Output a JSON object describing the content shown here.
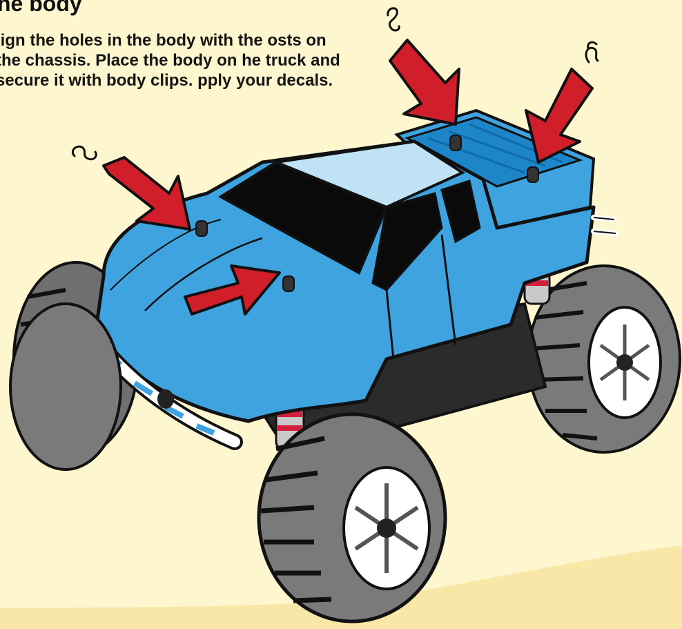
{
  "step": {
    "heading": "he body",
    "instructions": "lign the holes in the body with the osts on the chassis. Place the body on he truck and secure it with body clips. pply your decals."
  },
  "illustration": {
    "subject": "monster truck body installation",
    "body_color": "#3ea3df",
    "window_color": "#bfe3f5",
    "arrow_color": "#d01f2a",
    "background_color": "#fdf6cf",
    "ground_color": "#f9e7a8",
    "arrow_count": 4,
    "body_clip_count": 4,
    "body_post_count": 4
  }
}
